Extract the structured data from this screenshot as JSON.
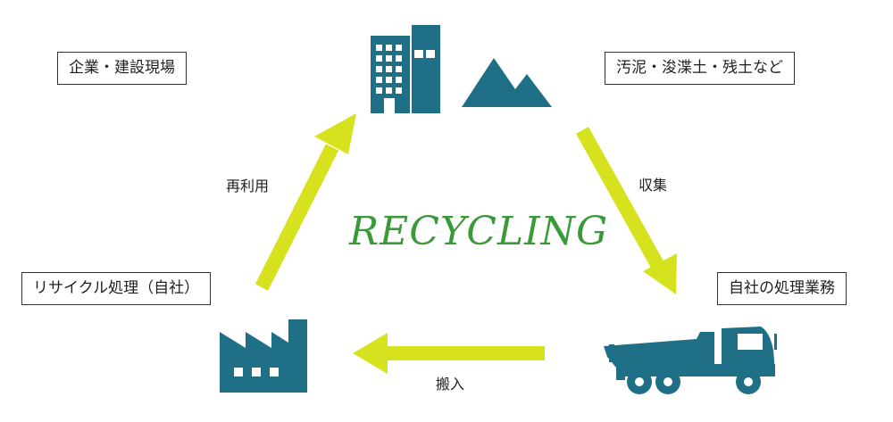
{
  "title": "RECYCLING",
  "colors": {
    "icon": "#1f7087",
    "arrow": "#d5e21d",
    "title": "#3a9a3a",
    "border": "#333333"
  },
  "nodes": {
    "top_left_label": "企業・建設現場",
    "top_right_label": "汚泥・浚渫土・残土など",
    "right_label": "自社の処理業務",
    "left_label": "リサイクル処理（自社）"
  },
  "edges": {
    "collect": "収集",
    "transport": "搬入",
    "reuse": "再利用"
  },
  "icons": {
    "building": "office-building-icon",
    "mountain": "mountain-icon",
    "truck": "dump-truck-icon",
    "factory": "factory-icon"
  }
}
